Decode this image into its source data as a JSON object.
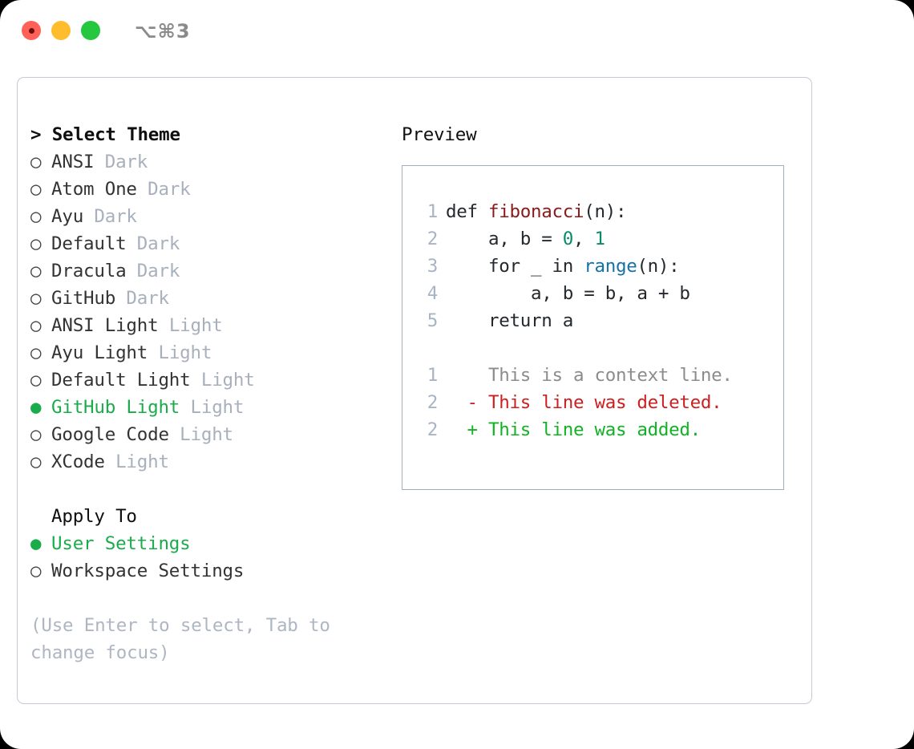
{
  "window": {
    "shortcut": "⌥⌘3",
    "traffic_lights": [
      "close",
      "minimize",
      "maximize"
    ],
    "colors": {
      "close": "#ff6159",
      "minimize": "#ffbd2e",
      "maximize": "#25c73f",
      "accent_green": "#1aab4a",
      "muted": "#a8b0bd",
      "panel_border": "#c4cbd4",
      "preview_border": "#a3aec0"
    }
  },
  "theme_list": {
    "heading": "> Select Theme",
    "items": [
      {
        "marker": "○",
        "name": "ANSI",
        "tag": "Dark",
        "selected": false
      },
      {
        "marker": "○",
        "name": "Atom One",
        "tag": "Dark",
        "selected": false
      },
      {
        "marker": "○",
        "name": "Ayu",
        "tag": "Dark",
        "selected": false
      },
      {
        "marker": "○",
        "name": "Default",
        "tag": "Dark",
        "selected": false
      },
      {
        "marker": "○",
        "name": "Dracula",
        "tag": "Dark",
        "selected": false
      },
      {
        "marker": "○",
        "name": "GitHub",
        "tag": "Dark",
        "selected": false
      },
      {
        "marker": "○",
        "name": "ANSI Light",
        "tag": "Light",
        "selected": false
      },
      {
        "marker": "○",
        "name": "Ayu Light",
        "tag": "Light",
        "selected": false
      },
      {
        "marker": "○",
        "name": "Default Light",
        "tag": "Light",
        "selected": false
      },
      {
        "marker": "●",
        "name": "GitHub Light",
        "tag": "Light",
        "selected": true
      },
      {
        "marker": "○",
        "name": "Google Code",
        "tag": "Light",
        "selected": false
      },
      {
        "marker": "○",
        "name": "XCode",
        "tag": "Light",
        "selected": false
      }
    ]
  },
  "apply_to": {
    "heading": "Apply To",
    "items": [
      {
        "marker": "●",
        "name": "User Settings",
        "selected": true
      },
      {
        "marker": "○",
        "name": "Workspace Settings",
        "selected": false
      }
    ]
  },
  "hint": "(Use Enter to select, Tab to change focus)",
  "preview": {
    "heading": "Preview",
    "code_lines": [
      {
        "no": "1",
        "tokens": [
          {
            "t": "def ",
            "c": "plain"
          },
          {
            "t": "fibonacci",
            "c": "func"
          },
          {
            "t": "(n):",
            "c": "plain"
          }
        ]
      },
      {
        "no": "2",
        "tokens": [
          {
            "t": "    a, b = ",
            "c": "plain"
          },
          {
            "t": "0",
            "c": "num"
          },
          {
            "t": ", ",
            "c": "plain"
          },
          {
            "t": "1",
            "c": "num"
          }
        ]
      },
      {
        "no": "3",
        "tokens": [
          {
            "t": "    for _ in ",
            "c": "plain"
          },
          {
            "t": "range",
            "c": "call"
          },
          {
            "t": "(n):",
            "c": "plain"
          }
        ]
      },
      {
        "no": "4",
        "tokens": [
          {
            "t": "        a, b = b, a + b",
            "c": "plain"
          }
        ]
      },
      {
        "no": "5",
        "tokens": [
          {
            "t": "    return a",
            "c": "plain"
          }
        ]
      }
    ],
    "diff_lines": [
      {
        "no": "1",
        "sign": " ",
        "text": " This is a context line.",
        "kind": "context"
      },
      {
        "no": "2",
        "sign": "-",
        "text": " This line was deleted.",
        "kind": "del"
      },
      {
        "no": "2",
        "sign": "+",
        "text": " This line was added.",
        "kind": "add"
      }
    ]
  }
}
